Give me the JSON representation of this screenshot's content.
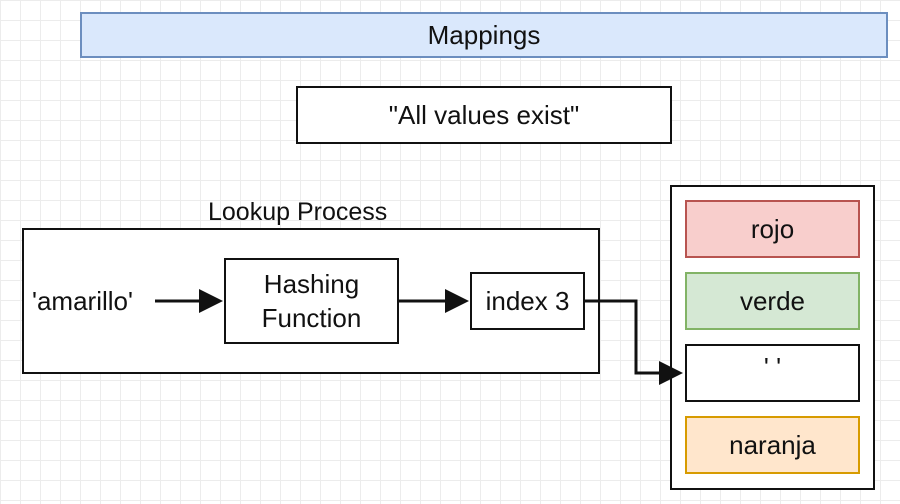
{
  "header": {
    "title": "Mappings"
  },
  "note": {
    "text": "\"All values exist\""
  },
  "lookup": {
    "label": "Lookup Process",
    "input_key": "'amarillo'",
    "hash_line1": "Hashing",
    "hash_line2": "Function",
    "index_label": "index 3"
  },
  "array": {
    "slots": [
      {
        "value": "rojo",
        "fill": "#f8cecc",
        "stroke": "#b85450"
      },
      {
        "value": "verde",
        "fill": "#d5e8d4",
        "stroke": "#82b366"
      },
      {
        "value": "' '",
        "fill": "#ffffff",
        "stroke": "#111111"
      },
      {
        "value": "naranja",
        "fill": "#ffe6cc",
        "stroke": "#d79b00"
      }
    ]
  }
}
